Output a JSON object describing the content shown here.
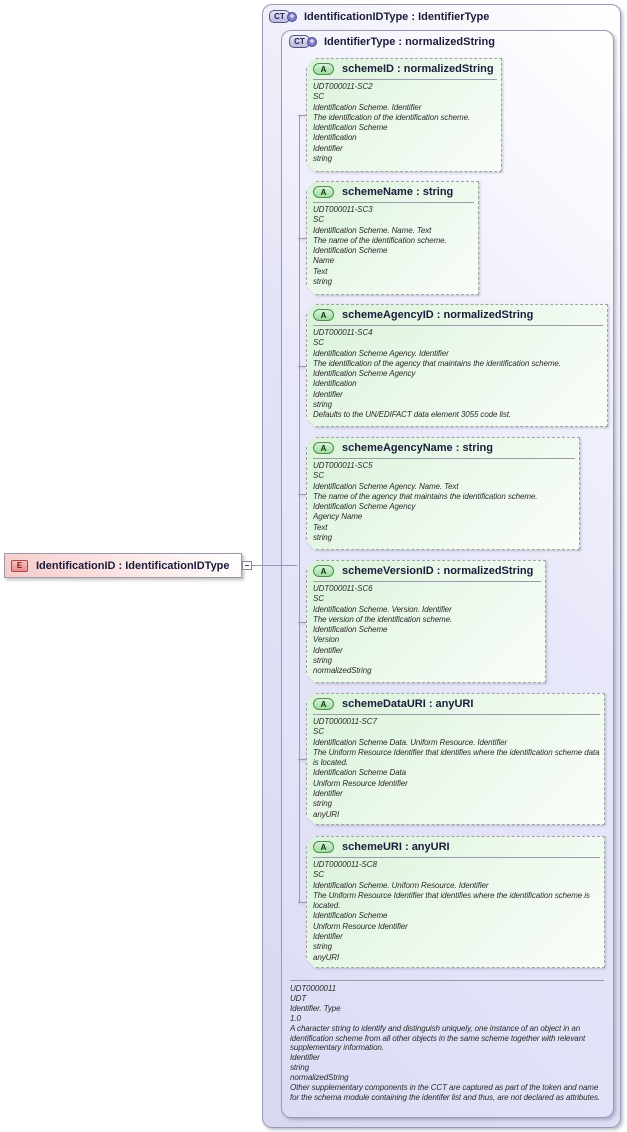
{
  "outer": {
    "icon": "CT",
    "title": "IdentificationIDType : IdentifierType"
  },
  "inner": {
    "icon": "CT",
    "title": "IdentifierType : normalizedString"
  },
  "element": {
    "icon": "E",
    "title": "IdentificationID : IdentificationIDType"
  },
  "attributes": [
    {
      "icon": "A",
      "title": "schemeID : normalizedString",
      "lines": [
        "UDT000011-SC2",
        "SC",
        "Identification Scheme. Identifier",
        "The identification of the identification scheme.",
        "Identification Scheme",
        "Identification",
        "Identifier",
        "string"
      ]
    },
    {
      "icon": "A",
      "title": "schemeName : string",
      "lines": [
        "UDT000011-SC3",
        "SC",
        "Identification Scheme. Name. Text",
        "The name of the identification scheme.",
        "Identification Scheme",
        "Name",
        "Text",
        "string"
      ]
    },
    {
      "icon": "A",
      "title": "schemeAgencyID : normalizedString",
      "lines": [
        "UDT000011-SC4",
        "SC",
        "Identification Scheme Agency. Identifier",
        "The identification of the agency that maintains the identification scheme.",
        "Identification Scheme Agency",
        "Identification",
        "Identifier",
        "string",
        "Defaults to the UN/EDIFACT data element 3055 code list."
      ]
    },
    {
      "icon": "A",
      "title": "schemeAgencyName : string",
      "lines": [
        "UDT000011-SC5",
        "SC",
        "Identification Scheme Agency. Name. Text",
        "The name of the agency that maintains the identification scheme.",
        "Identification Scheme Agency",
        "Agency Name",
        "Text",
        "string"
      ]
    },
    {
      "icon": "A",
      "title": "schemeVersionID : normalizedString",
      "lines": [
        "UDT000011-SC6",
        "SC",
        "Identification Scheme. Version. Identifier",
        "The version of the identification scheme.",
        "Identification Scheme",
        "Version",
        "Identifier",
        "string",
        "normalizedString"
      ]
    },
    {
      "icon": "A",
      "title": "schemeDataURI : anyURI",
      "lines": [
        "UDT0000011-SC7",
        "SC",
        "Identification Scheme Data. Uniform Resource. Identifier",
        "The Uniform Resource Identifier that identifies where the identification scheme data is located.",
        "Identification Scheme Data",
        "Uniform Resource Identifier",
        "Identifier",
        "string",
        "anyURI"
      ]
    },
    {
      "icon": "A",
      "title": "schemeURI : anyURI",
      "lines": [
        "UDT0000011-SC8",
        "SC",
        "Identification Scheme. Uniform Resource. Identifier",
        "The Uniform Resource Identifier that identifies where the identification scheme is located.",
        "Identification Scheme",
        "Uniform Resource Identifier",
        "Identifier",
        "string",
        "anyURI"
      ]
    }
  ],
  "footer_lines": [
    "UDT0000011",
    "UDT",
    "Identifier. Type",
    "1.0",
    "A character string to identify and distinguish uniquely, one instance of an object in an identification scheme from all other objects in the same scheme together with relevant supplementary information.",
    "Identifier",
    "string",
    "normalizedString",
    "Other supplementary components in the CCT are captured as part of the token and name for the schema module containing the identifer list and thus, are not declared as attributes."
  ],
  "colors": {
    "complex_type_fill": "#d8d8f3",
    "attribute_fill": "#d9f2d9",
    "element_fill": "#f6caca",
    "border": "#9a9ab4",
    "connector": "#9898b2",
    "title_text": "#1c1c3a",
    "body_text": "#2a2a2a"
  }
}
